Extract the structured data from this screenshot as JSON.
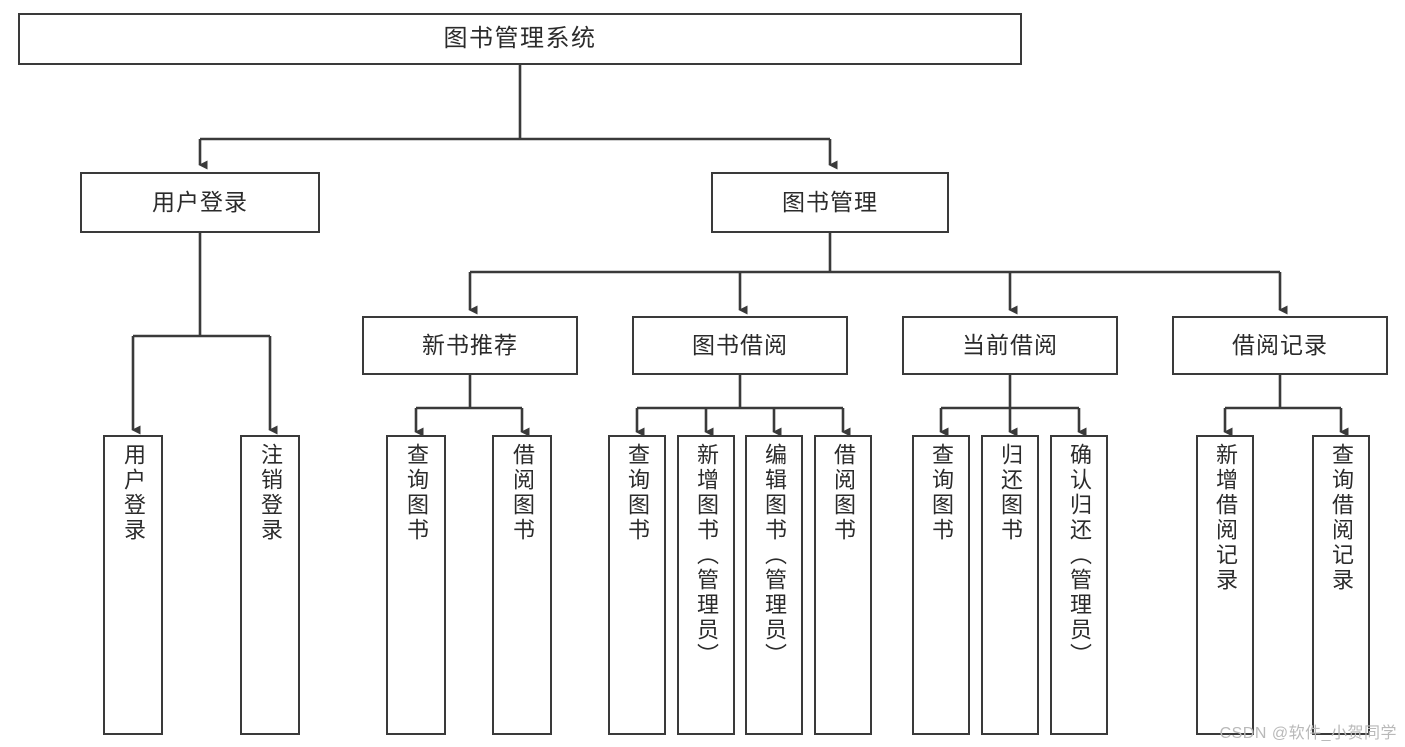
{
  "diagram": {
    "title": "图书管理系统",
    "watermark": "CSDN @软件_小贺同学",
    "colors": {
      "stroke": "#3a3a3a",
      "text": "#2b2b2b",
      "background": "#ffffff",
      "watermark": "#b9b9b9"
    }
  },
  "nodes": {
    "root": {
      "label": "图书管理系统"
    },
    "level2": [
      {
        "id": "user-login",
        "label": "用户登录"
      },
      {
        "id": "book-management",
        "label": "图书管理"
      }
    ],
    "level3": [
      {
        "id": "new-book-recommend",
        "label": "新书推荐"
      },
      {
        "id": "book-borrow",
        "label": "图书借阅"
      },
      {
        "id": "current-borrow",
        "label": "当前借阅"
      },
      {
        "id": "borrow-record",
        "label": "借阅记录"
      }
    ],
    "leaves": {
      "user-login": [
        {
          "id": "leaf-user-login",
          "label": "用户登录"
        },
        {
          "id": "leaf-logout",
          "label": "注销登录"
        }
      ],
      "new-book-recommend": [
        {
          "id": "leaf-query-book-1",
          "label": "查询图书"
        },
        {
          "id": "leaf-borrow-book-1",
          "label": "借阅图书"
        }
      ],
      "book-borrow": [
        {
          "id": "leaf-query-book-2",
          "label": "查询图书"
        },
        {
          "id": "leaf-add-book",
          "label": "新增图书（管理员）"
        },
        {
          "id": "leaf-edit-book",
          "label": "编辑图书（管理员）"
        },
        {
          "id": "leaf-borrow-book-2",
          "label": "借阅图书"
        }
      ],
      "current-borrow": [
        {
          "id": "leaf-query-book-3",
          "label": "查询图书"
        },
        {
          "id": "leaf-return-book",
          "label": "归还图书"
        },
        {
          "id": "leaf-confirm-return",
          "label": "确认归还（管理员）"
        }
      ],
      "borrow-record": [
        {
          "id": "leaf-add-record",
          "label": "新增借阅记录"
        },
        {
          "id": "leaf-query-record",
          "label": "查询借阅记录"
        }
      ]
    }
  },
  "chart_data": {
    "type": "tree",
    "title": "图书管理系统",
    "orientation": "top-down",
    "edges": [
      {
        "from": "图书管理系统",
        "to": "用户登录"
      },
      {
        "from": "图书管理系统",
        "to": "图书管理"
      },
      {
        "from": "用户登录",
        "to": "用户登录"
      },
      {
        "from": "用户登录",
        "to": "注销登录"
      },
      {
        "from": "图书管理",
        "to": "新书推荐"
      },
      {
        "from": "图书管理",
        "to": "图书借阅"
      },
      {
        "from": "图书管理",
        "to": "当前借阅"
      },
      {
        "from": "图书管理",
        "to": "借阅记录"
      },
      {
        "from": "新书推荐",
        "to": "查询图书"
      },
      {
        "from": "新书推荐",
        "to": "借阅图书"
      },
      {
        "from": "图书借阅",
        "to": "查询图书"
      },
      {
        "from": "图书借阅",
        "to": "新增图书（管理员）"
      },
      {
        "from": "图书借阅",
        "to": "编辑图书（管理员）"
      },
      {
        "from": "图书借阅",
        "to": "借阅图书"
      },
      {
        "from": "当前借阅",
        "to": "查询图书"
      },
      {
        "from": "当前借阅",
        "to": "归还图书"
      },
      {
        "from": "当前借阅",
        "to": "确认归还（管理员）"
      },
      {
        "from": "借阅记录",
        "to": "新增借阅记录"
      },
      {
        "from": "借阅记录",
        "to": "查询借阅记录"
      }
    ]
  }
}
